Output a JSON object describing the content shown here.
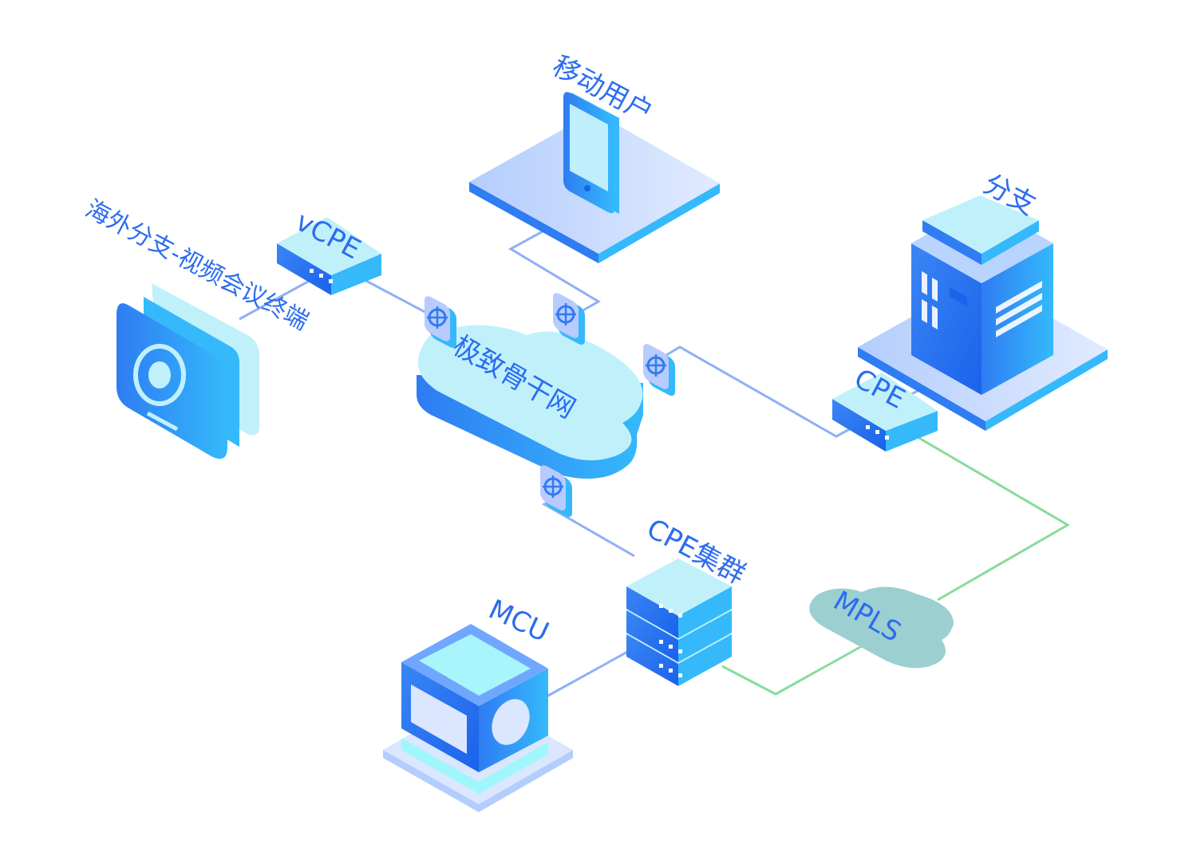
{
  "nodes": {
    "mobile_user": "移动用户",
    "branch": "分支",
    "overseas_branch": "海外分支-视频会议终端",
    "vcpe": "vCPE",
    "backbone": "极致骨干网",
    "cpe": "CPE",
    "cpe_cluster": "CPE集群",
    "mcu": "MCU",
    "mpls": "MPLS"
  },
  "colors": {
    "label": "#2c6cf0",
    "link_blue": "#8fb0f5",
    "link_green": "#86dc9c",
    "cloud_top": "#c0f1fb",
    "mpls": "#9ccfcf"
  },
  "icons": [
    "lock-badge-icon",
    "phone-icon",
    "building-icon",
    "camera-icon",
    "router-icon",
    "server-stack-icon",
    "mcu-icon",
    "cloud-icon"
  ]
}
